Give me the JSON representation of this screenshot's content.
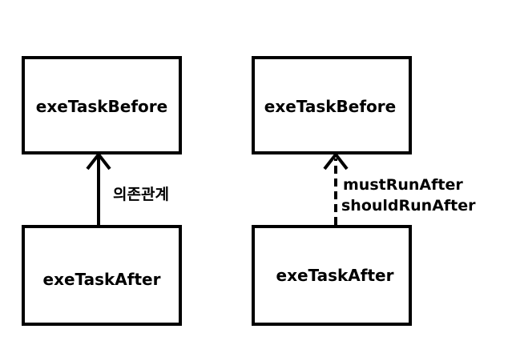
{
  "left_diagram": {
    "top_box_label": "exeTaskBefore",
    "bottom_box_label": "exeTaskAfter",
    "edge_label": "의존관계"
  },
  "right_diagram": {
    "top_box_label": "exeTaskBefore",
    "bottom_box_label": "exeTaskAfter",
    "edge_label_line1": "mustRunAfter",
    "edge_label_line2": "shouldRunAfter"
  }
}
